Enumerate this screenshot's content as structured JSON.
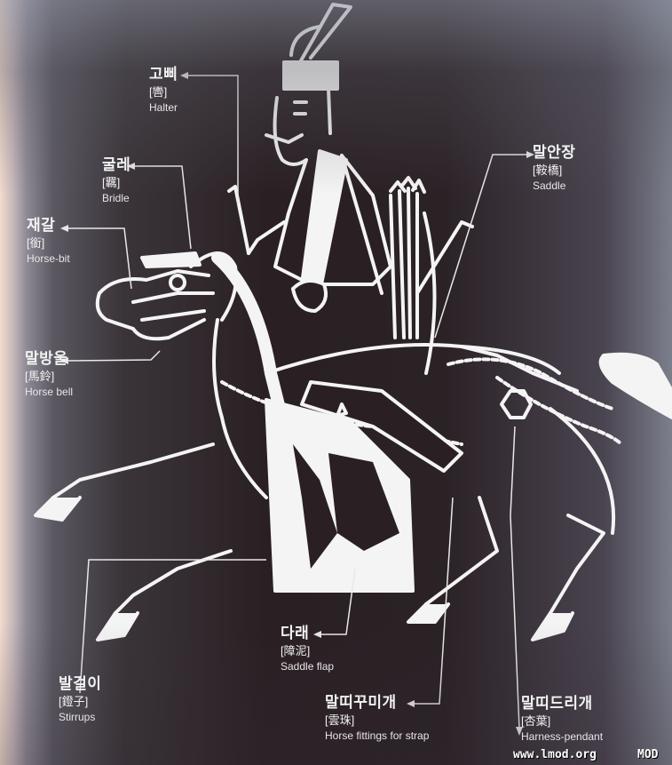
{
  "image": {
    "description": "Illustration of a mounted horseman with labeled horse-tack parts (white line drawing on dark background)",
    "colors": {
      "background": "#2a2024",
      "line": "#f4f4f4",
      "text": "#f2f2f2"
    }
  },
  "labels": [
    {
      "id": "halter",
      "korean": "고삐",
      "hanja": "[轡]",
      "english": "Halter"
    },
    {
      "id": "bridle",
      "korean": "굴레",
      "hanja": "[羈]",
      "english": "Bridle"
    },
    {
      "id": "horsebit",
      "korean": "재갈",
      "hanja": "[銜]",
      "english": "Horse-bit"
    },
    {
      "id": "horsebell",
      "korean": "말방울",
      "hanja": "[馬鈴]",
      "english": "Horse bell"
    },
    {
      "id": "saddle",
      "korean": "말안장",
      "hanja": "[鞍橋]",
      "english": "Saddle"
    },
    {
      "id": "saddleflap",
      "korean": "다래",
      "hanja": "[障泥]",
      "english": "Saddle flap"
    },
    {
      "id": "stirrups",
      "korean": "발걸이",
      "hanja": "[鐙子]",
      "english": "Stirrups"
    },
    {
      "id": "fittings",
      "korean": "말띠꾸미개",
      "hanja": "[雲珠]",
      "english": "Horse fittings for strap"
    },
    {
      "id": "pendant",
      "korean": "말띠드리개",
      "hanja": "[杏葉]",
      "english": "Harness-pendant"
    }
  ],
  "watermark": {
    "site": "www.lmod.org",
    "brand": "MOD"
  }
}
